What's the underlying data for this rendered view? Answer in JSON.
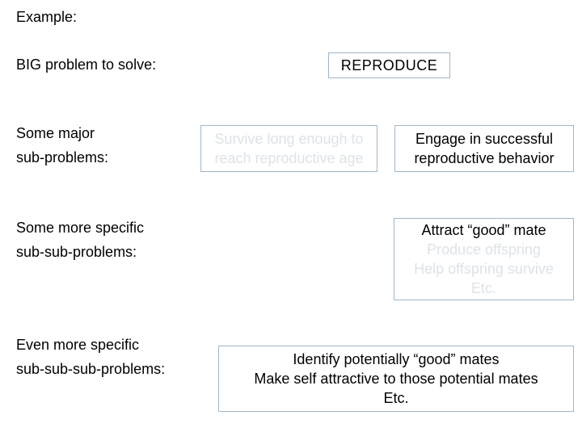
{
  "heading": "Example:",
  "levels": {
    "big_problem": "BIG problem to solve:",
    "major": [
      "Some major",
      "sub-problems:"
    ],
    "specific": [
      "Some more specific",
      "sub-sub-problems:"
    ],
    "more_specific": [
      "Even more specific",
      "sub-sub-sub-problems:"
    ]
  },
  "boxes": {
    "reproduce": "REPRODUCE",
    "survive": [
      "Survive long enough to",
      "reach reproductive age"
    ],
    "engage": [
      "Engage in successful",
      "reproductive behavior"
    ],
    "attract": [
      "Attract “good” mate",
      "Produce offspring",
      "Help offspring survive",
      "Etc."
    ],
    "identify": [
      "Identify potentially “good” mates",
      "Make self attractive to those potential mates",
      "Etc."
    ]
  },
  "colors": {
    "box_border": "#9fb6c8",
    "faded_text": "#dde3e8"
  }
}
